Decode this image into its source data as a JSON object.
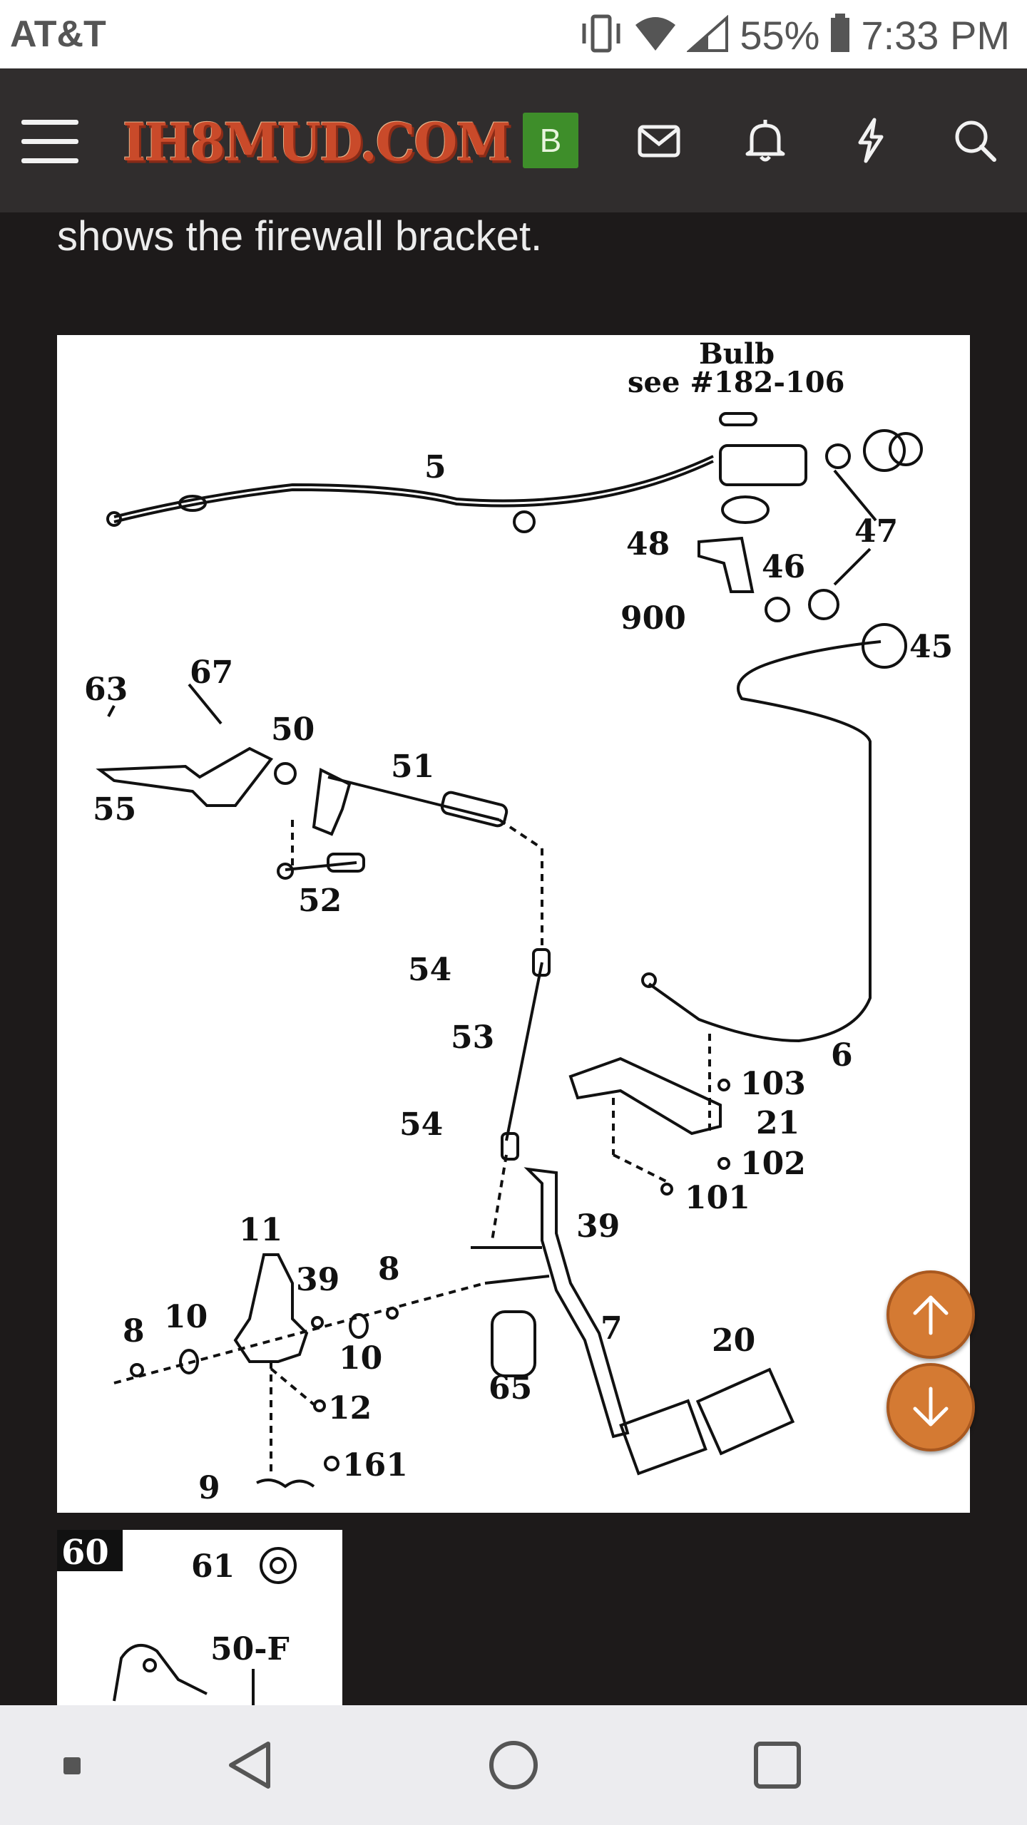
{
  "status_bar": {
    "carrier": "AT&T",
    "battery": "55%",
    "time": "7:33 PM"
  },
  "header": {
    "logo_text": "IH8MUD.COM",
    "badge_letter": "B",
    "icons": [
      "menu-icon",
      "mail-icon",
      "bell-icon",
      "lightning-icon",
      "search-icon"
    ],
    "badge_color": "#3e8e2a"
  },
  "post": {
    "text": "shows the firewall bracket."
  },
  "diagram": {
    "bulb_label": "Bulb",
    "bulb_ref": "see #182-106",
    "part_labels": [
      "5",
      "47",
      "48",
      "46",
      "900",
      "45",
      "63",
      "67",
      "50",
      "51",
      "55",
      "52",
      "54",
      "53",
      "54",
      "6",
      "103",
      "21",
      "102",
      "101",
      "39",
      "11",
      "39",
      "8",
      "8",
      "10",
      "10",
      "7",
      "20",
      "65",
      "12",
      "161",
      "9"
    ]
  },
  "diagram2": {
    "labels": [
      "60",
      "61",
      "50-F"
    ]
  },
  "fab": {
    "up_icon": "arrow-up-icon",
    "down_icon": "arrow-down-icon",
    "color": "#d47a33"
  },
  "nav_bar": {
    "icons": [
      "recent-square-small-icon",
      "back-icon",
      "home-icon",
      "overview-icon"
    ]
  }
}
